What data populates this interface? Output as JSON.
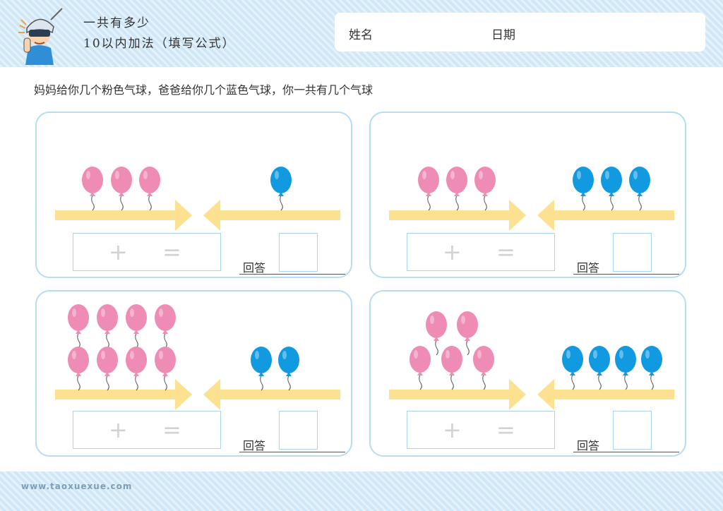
{
  "header": {
    "title_line1": "一共有多少",
    "title_line2": "10以内加法（填写公式）",
    "name_label": "姓名",
    "date_label": "日期"
  },
  "instruction": "妈妈给你几个粉色气球，爸爸给你几个蓝色气球，你一共有几个气球",
  "colors": {
    "pink": "#ee8cb6",
    "blue": "#129ae0",
    "arrow": "#fbe190",
    "border": "#b8dcf1"
  },
  "problems": [
    {
      "pink": 3,
      "blue": 1,
      "plus": "+",
      "equals": "=",
      "answer_label": "回答"
    },
    {
      "pink": 3,
      "blue": 3,
      "plus": "+",
      "equals": "=",
      "answer_label": "回答"
    },
    {
      "pink": 8,
      "blue": 2,
      "plus": "+",
      "equals": "=",
      "answer_label": "回答"
    },
    {
      "pink": 5,
      "blue": 4,
      "plus": "+",
      "equals": "=",
      "answer_label": "回答"
    }
  ],
  "footer": {
    "website": "www.taoxuexue.com"
  }
}
